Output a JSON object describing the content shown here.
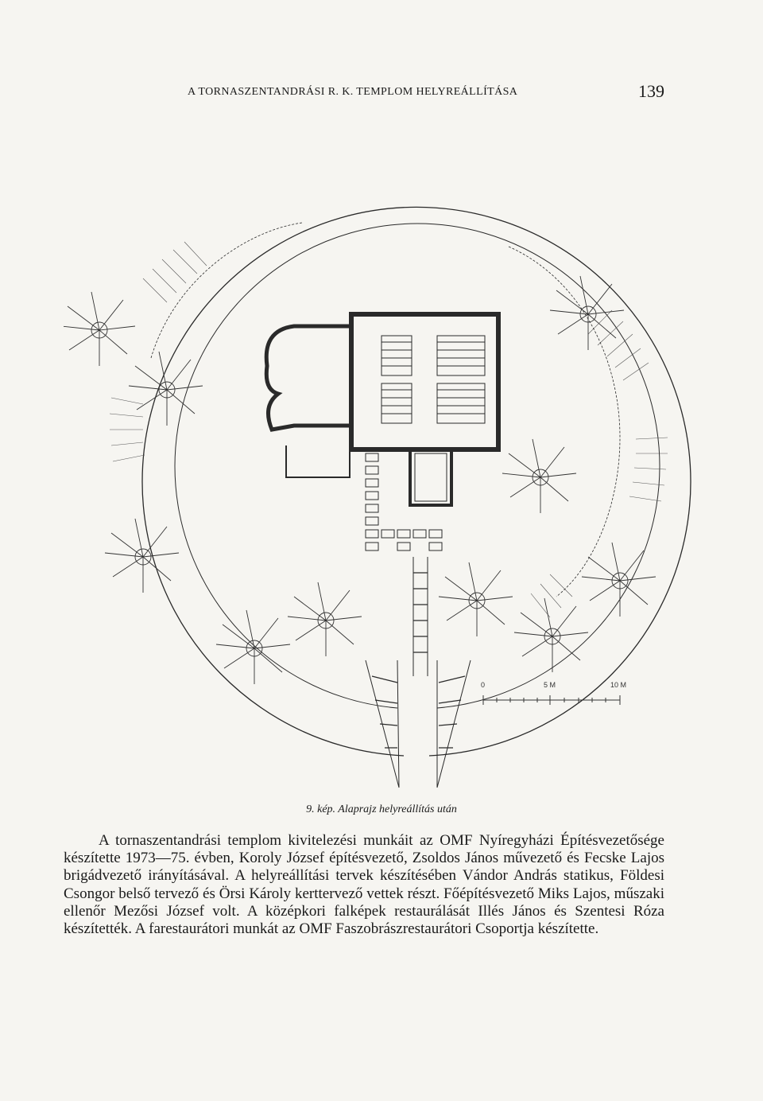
{
  "header": {
    "running_title": "A TORNASZENTANDRÁSI R. K. TEMPLOM HELYREÁLLÍTÁSA",
    "page_number": "139"
  },
  "figure": {
    "scale_labels": [
      "0",
      "5 M",
      "10 M"
    ],
    "caption": "9. kép. Alaprajz helyreállítás után"
  },
  "body": {
    "paragraph": "A tornaszentandrási templom kivitelezési munkáit az OMF Nyíregyházi Építésvezetősége készítette 1973—75. évben, Koroly József építésvezető, Zsoldos János művezető és Fecske Lajos brigádvezető irányításával. A helyreállítási tervek készítésében Vándor András statikus, Földesi Csongor belső tervező és Örsi Károly kerttervező vettek részt. Főépítésvezető Miks Lajos, műszaki ellenőr Mezősi József volt. A középkori falképek restaurálását Illés János és Szentesi Róza készítették. A farestaurátori munkát az OMF Faszobrászrestaurátori Csoportja készítette."
  }
}
